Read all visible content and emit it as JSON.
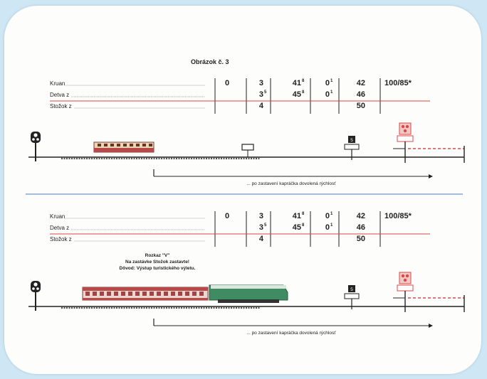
{
  "title": "Obrázok č. 3",
  "panels": [
    {
      "rows": [
        {
          "label": "Kruan",
          "c1": "0",
          "c2": "3",
          "c2sup": "",
          "c3": "41",
          "c3sup": "8",
          "c4": "0",
          "c4sup": "1",
          "c5": "42",
          "c6": "100/85*"
        },
        {
          "label": "Detva z",
          "c1": "",
          "c2": "3",
          "c2sup": "5",
          "c3": "45",
          "c3sup": "8",
          "c4": "0",
          "c4sup": "1",
          "c5": "46",
          "c6": ""
        },
        {
          "label": "Stožok z",
          "c1": "",
          "c2": "4",
          "c2sup": "",
          "c3": "",
          "c3sup": "",
          "c4": "",
          "c4sup": "",
          "c5": "50",
          "c6": ""
        }
      ],
      "note": "",
      "speed_caption": "... po zastavení kapráčka dovolená rýchlosť",
      "sign": "5"
    },
    {
      "rows": [
        {
          "label": "Kruan",
          "c1": "0",
          "c2": "3",
          "c2sup": "",
          "c3": "41",
          "c3sup": "8",
          "c4": "0",
          "c4sup": "1",
          "c5": "42",
          "c6": "100/85*"
        },
        {
          "label": "Detva z",
          "c1": "",
          "c2": "3",
          "c2sup": "5",
          "c3": "45",
          "c3sup": "8",
          "c4": "0",
          "c4sup": "1",
          "c5": "46",
          "c6": ""
        },
        {
          "label": "Stožok z",
          "c1": "",
          "c2": "4",
          "c2sup": "",
          "c3": "",
          "c3sup": "",
          "c4": "",
          "c4sup": "",
          "c5": "50",
          "c6": ""
        }
      ],
      "note": [
        "Rozkaz \"V\"",
        "Na zastávke Stožok zastavte!",
        "Dôvod: Výstup turistického výletu."
      ],
      "speed_caption": "... po zastavení kapráčka dovolená rýchlosť",
      "sign": "5"
    }
  ],
  "colors": {
    "background": "#cfe7f4",
    "red_rule": "#d94545",
    "blue_divider": "#6f95c9",
    "coach_red": "#b94848",
    "coach_cream": "#e8d8b0",
    "loco_green": "#3f8c63",
    "crossing_red": "#d84a4a"
  }
}
